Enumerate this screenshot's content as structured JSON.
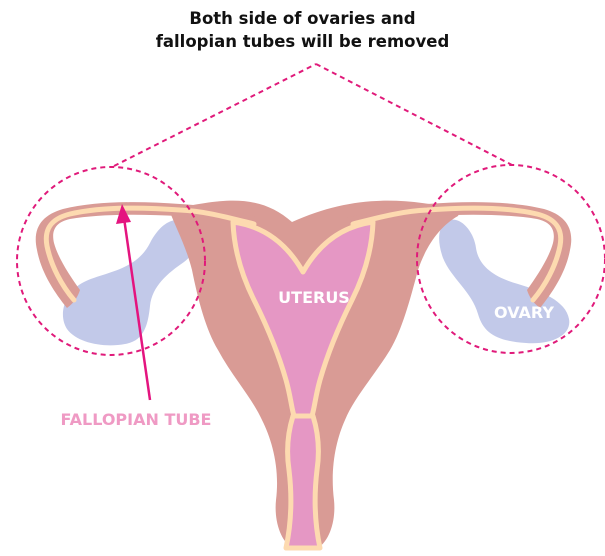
{
  "diagram": {
    "title_line1": "Both side of ovaries and",
    "title_line2": "fallopian tubes will be removed",
    "labels": {
      "uterus": "UTERUS",
      "ovary": "OVARY",
      "fallopian_tube": "FALLOPIAN TUBE"
    },
    "colors": {
      "uterus_outer": "#d99b95",
      "uterus_cavity": "#e597c4",
      "tube_lining": "#fddab0",
      "ovary": "#c2c9e9",
      "dashed_outline": "#e01a7a",
      "arrow": "#e4147f",
      "fallopian_label": "#ef9ac4",
      "white_label": "#ffffff"
    }
  }
}
